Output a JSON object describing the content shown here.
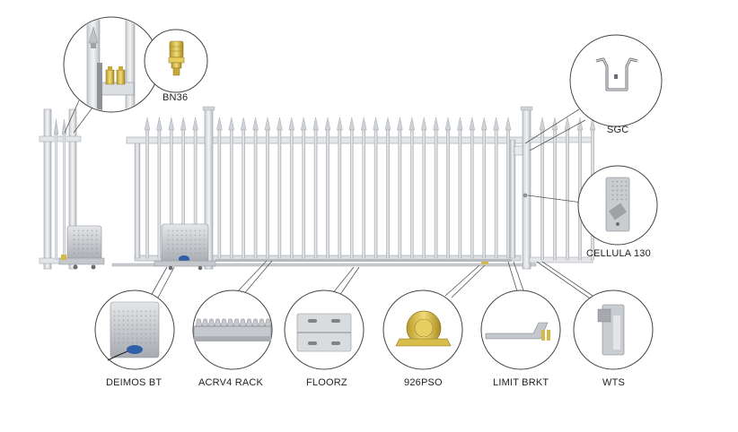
{
  "labels": {
    "bn36": "BN36",
    "sgc": "SGC",
    "cellula": "CELLULA 130",
    "deimos": "DEIMOS BT",
    "rack": "ACRV4 RACK",
    "floorz": "FLOORZ",
    "pso": "926PSO",
    "limit": "LIMIT BRKT",
    "wts": "WTS"
  },
  "colors": {
    "metal": "#d6d8db",
    "metal_dark": "#a9adb2",
    "outline": "#8a8e93",
    "brass": "#d4b84a",
    "motor_blue": "#2f5fa8"
  }
}
